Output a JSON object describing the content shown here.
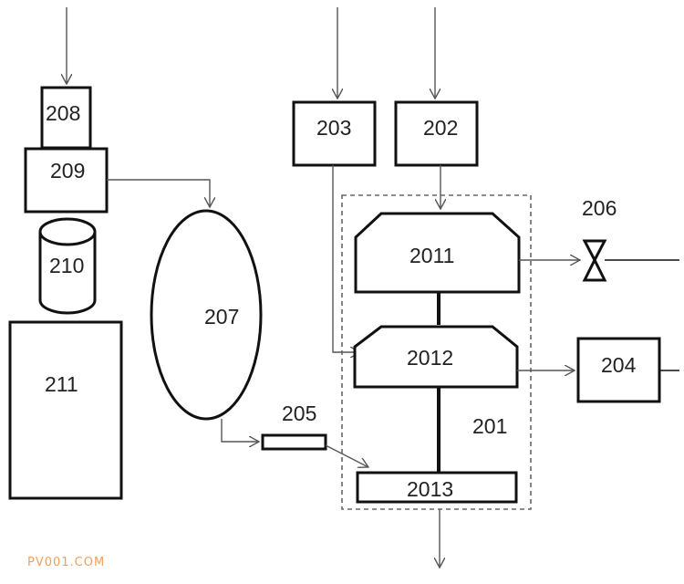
{
  "labels": {
    "b208": "208",
    "b209": "209",
    "b210": "210",
    "b211": "211",
    "b207": "207",
    "b203": "203",
    "b202": "202",
    "b2011": "2011",
    "b2012": "2012",
    "b2013": "2013",
    "b206": "206",
    "b204": "204",
    "b205": "205",
    "b201": "201"
  },
  "watermark": "PV001.COM",
  "colors": {
    "stroke": "#111111",
    "arrow": "#555555",
    "text": "#222222",
    "watermark": "#f0a060"
  }
}
